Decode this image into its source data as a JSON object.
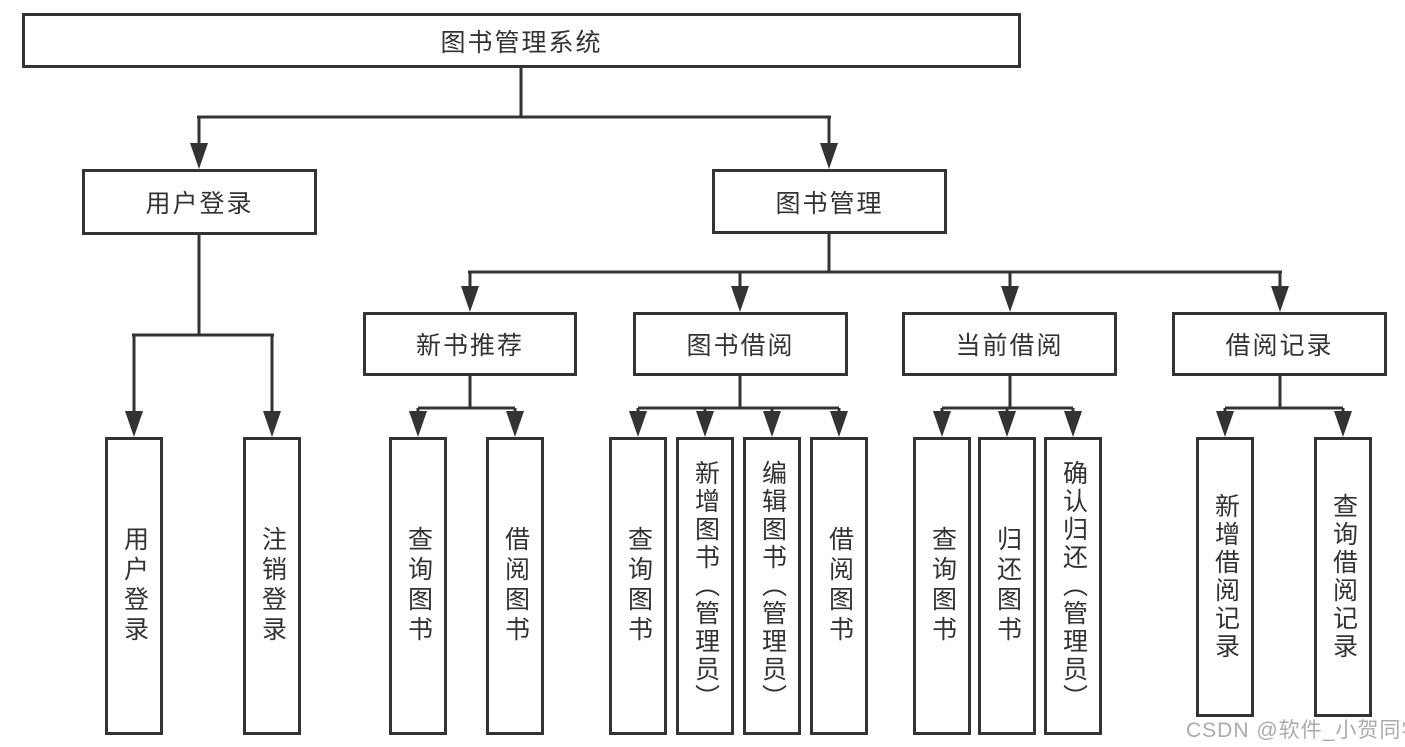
{
  "root": {
    "label": "图书管理系统"
  },
  "user_login": {
    "label": "用户登录",
    "children": [
      {
        "label": "用户登录"
      },
      {
        "label": "注销登录"
      }
    ]
  },
  "book_management": {
    "label": "图书管理",
    "groups": [
      {
        "label": "新书推荐",
        "children": [
          {
            "label": "查询图书"
          },
          {
            "label": "借阅图书"
          }
        ]
      },
      {
        "label": "图书借阅",
        "children": [
          {
            "label": "查询图书"
          },
          {
            "label": "新增图书（管理员）"
          },
          {
            "label": "编辑图书（管理员）"
          },
          {
            "label": "借阅图书"
          }
        ]
      },
      {
        "label": "当前借阅",
        "children": [
          {
            "label": "查询图书"
          },
          {
            "label": "归还图书"
          },
          {
            "label": "确认归还（管理员）"
          }
        ]
      },
      {
        "label": "借阅记录",
        "children": [
          {
            "label": "新增借阅记录"
          },
          {
            "label": "查询借阅记录"
          }
        ]
      }
    ]
  },
  "watermark": "CSDN @软件_小贺同学",
  "colors": {
    "line": "#333333",
    "text": "#333333",
    "watermark": "#ababab",
    "background": "#ffffff"
  }
}
